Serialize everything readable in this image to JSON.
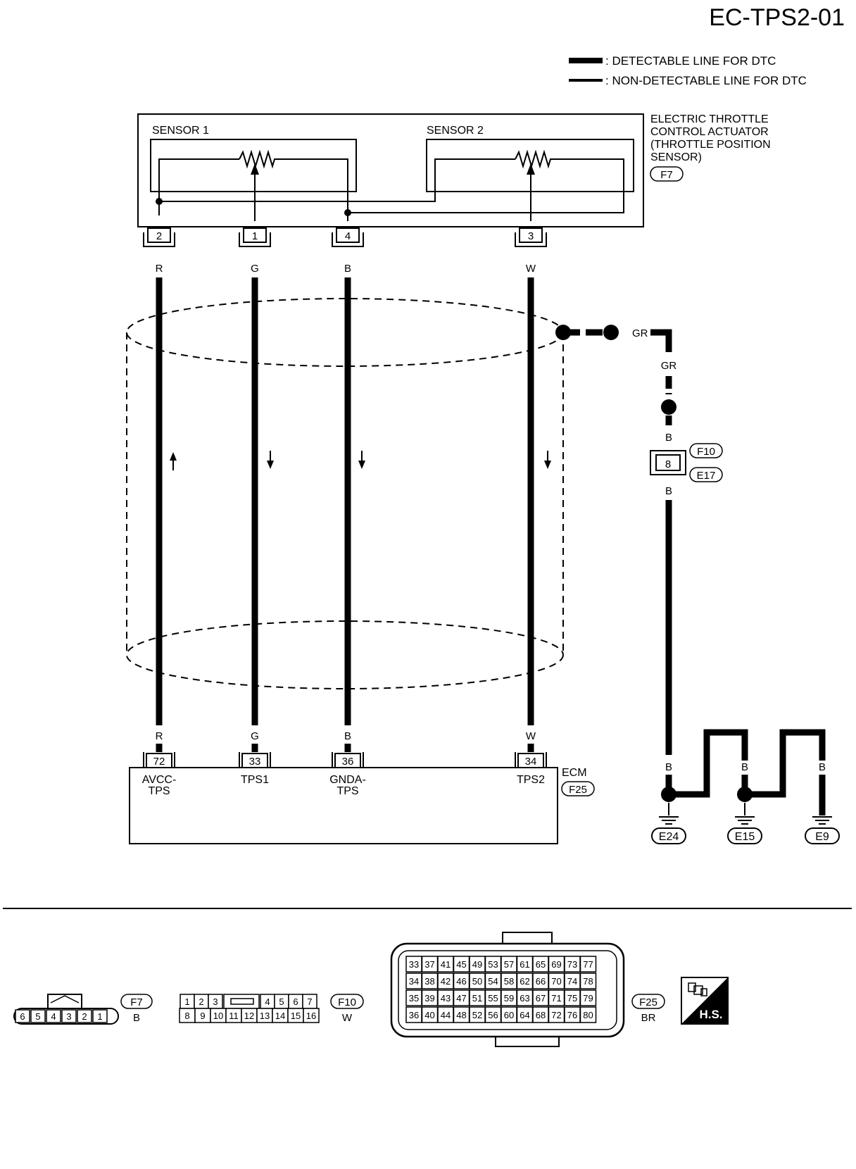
{
  "page_id": "EC-TPS2-01",
  "legend": {
    "detectable": ": DETECTABLE LINE FOR DTC",
    "non_detectable": ": NON-DETECTABLE LINE FOR DTC"
  },
  "actuator": {
    "title_lines": [
      "ELECTRIC THROTTLE",
      "CONTROL ACTUATOR",
      "(THROTTLE POSITION",
      "SENSOR)"
    ],
    "connector": "F7",
    "sensor1": "SENSOR 1",
    "sensor2": "SENSOR 2",
    "pins": [
      "2",
      "1",
      "4",
      "3"
    ]
  },
  "wires": [
    {
      "color": "R",
      "top_pin": "2",
      "ecm_pin": "72",
      "ecm_label": [
        "AVCC-",
        "TPS"
      ]
    },
    {
      "color": "G",
      "top_pin": "1",
      "ecm_pin": "33",
      "ecm_label": [
        "TPS1"
      ]
    },
    {
      "color": "B",
      "top_pin": "4",
      "ecm_pin": "36",
      "ecm_label": [
        "GNDA-",
        "TPS"
      ]
    },
    {
      "color": "W",
      "top_pin": "3",
      "ecm_pin": "34",
      "ecm_label": [
        "TPS2"
      ]
    }
  ],
  "ecm": {
    "label": "ECM",
    "connector": "F25"
  },
  "shield": {
    "wire1": "GR",
    "wire2": "GR",
    "wire3": "B",
    "connector_pin": "8",
    "connector_a": "F10",
    "connector_b": "E17",
    "wire4": "B"
  },
  "grounds": {
    "wire_labels": [
      "B",
      "B",
      "B",
      "B",
      "B"
    ],
    "points": [
      "E24",
      "E15",
      "E9"
    ]
  },
  "bottom_connectors": {
    "f7": {
      "id": "F7",
      "color": "B",
      "pins": [
        "6",
        "5",
        "4",
        "3",
        "2",
        "1"
      ]
    },
    "f10": {
      "id": "F10",
      "color": "W",
      "row1": [
        "1",
        "2",
        "3",
        "4",
        "5",
        "6",
        "7"
      ],
      "row2": [
        "8",
        "9",
        "10",
        "11",
        "12",
        "13",
        "14",
        "15",
        "16"
      ]
    },
    "f25": {
      "id": "F25",
      "color": "BR",
      "rows": [
        [
          "33",
          "37",
          "41",
          "45",
          "49",
          "53",
          "57",
          "61",
          "65",
          "69",
          "73",
          "77"
        ],
        [
          "34",
          "38",
          "42",
          "46",
          "50",
          "54",
          "58",
          "62",
          "66",
          "70",
          "74",
          "78"
        ],
        [
          "35",
          "39",
          "43",
          "47",
          "51",
          "55",
          "59",
          "63",
          "67",
          "71",
          "75",
          "79"
        ],
        [
          "36",
          "40",
          "44",
          "48",
          "52",
          "56",
          "60",
          "64",
          "68",
          "72",
          "76",
          "80"
        ]
      ]
    },
    "hs": {
      "label": "H.S.",
      "icon": "harness-side-icon"
    }
  }
}
